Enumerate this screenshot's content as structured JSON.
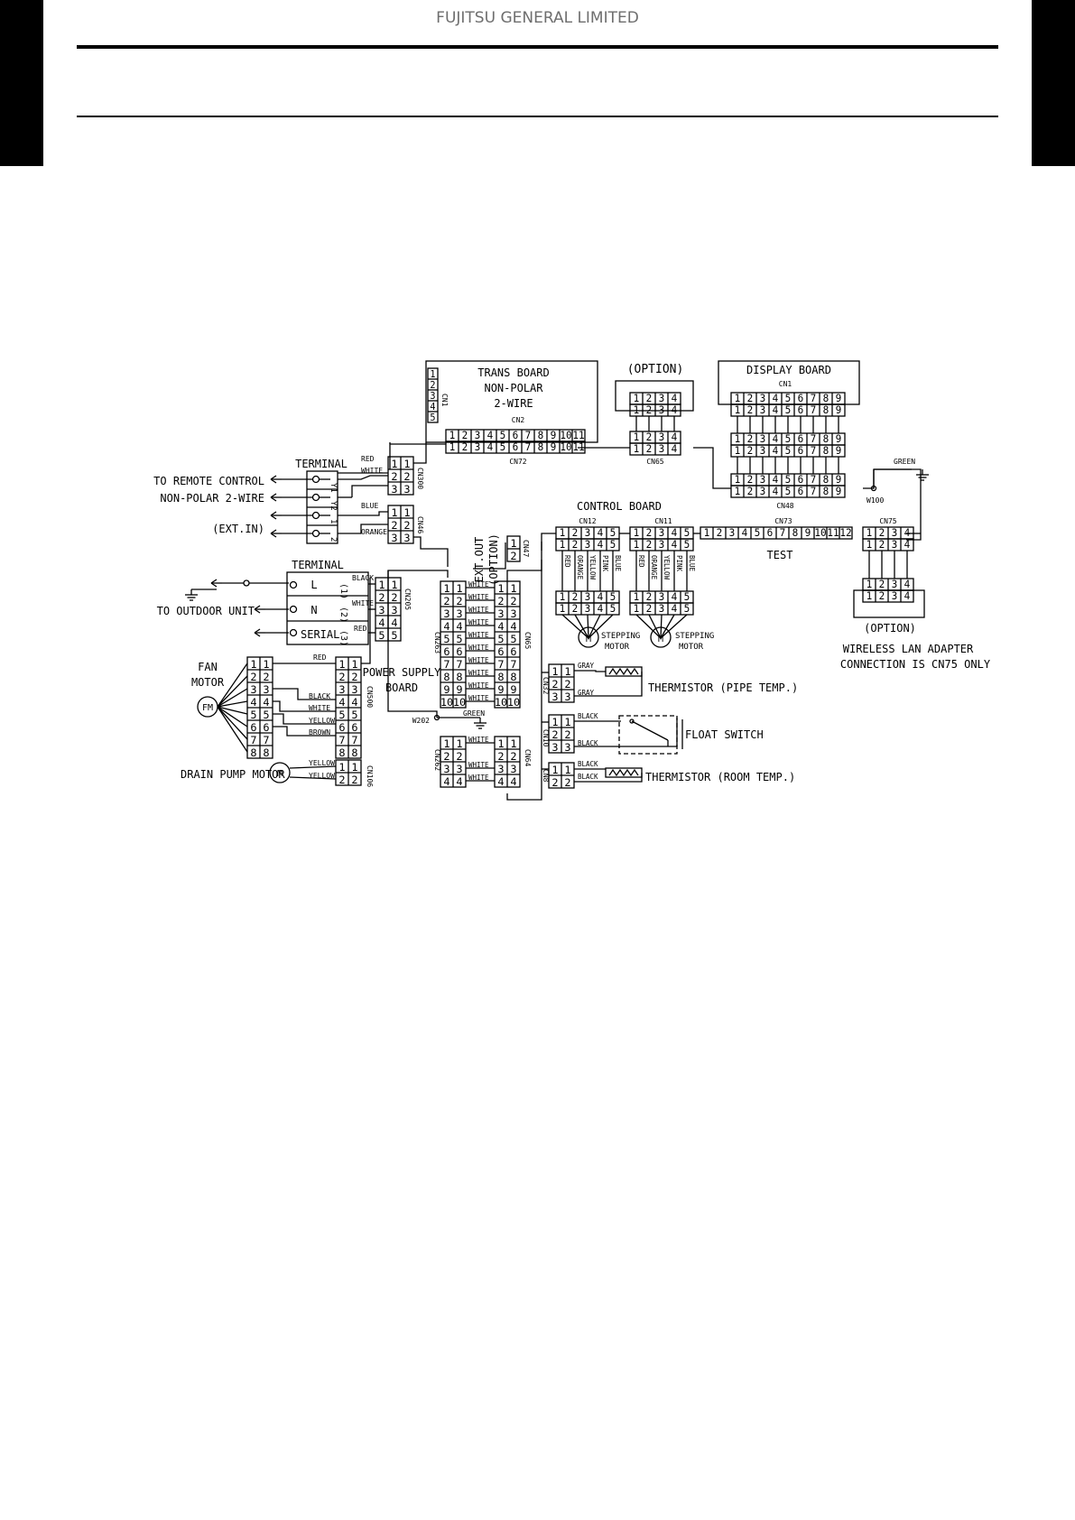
{
  "header": {
    "company": "FUJITSU GENERAL LIMITED"
  },
  "diagram": {
    "trans_board": {
      "title": "TRANS BOARD",
      "subtitle1": "NON-POLAR",
      "subtitle2": "2-WIRE",
      "cn2_label": "CN2",
      "cn1_label": "CN1",
      "cn72_label": "CN72"
    },
    "option_top": {
      "label": "(OPTION)",
      "cn65_label": "CN65"
    },
    "display_board": {
      "title": "DISPLAY BOARD",
      "cn1_label": "CN1",
      "cn48_label": "CN48"
    },
    "green_top": "GREEN",
    "w100": "W100",
    "terminal_top": {
      "title": "TERMINAL",
      "y1": "Y1",
      "y2": "Y2",
      "t1": "1",
      "t2": "2",
      "remote1": "TO REMOTE CONTROL",
      "remote2": "NON-POLAR 2-WIRE",
      "ext_in": "(EXT.IN)",
      "cn300": "CN300",
      "cn46": "CN46",
      "wire_red": "RED",
      "wire_white": "WHITE",
      "wire_blue": "BLUE",
      "wire_orange": "ORANGE"
    },
    "ext_out": {
      "line1": "EXT.OUT",
      "line2": "(OPTION)",
      "cn47": "CN47"
    },
    "control_board": {
      "title": "CONTROL BOARD",
      "cn12": "CN12",
      "cn11": "CN11",
      "cn73": "CN73",
      "cn75": "CN75",
      "test": "TEST",
      "stepping": "STEPPING",
      "motor": "MOTOR",
      "m": "M",
      "colors12": [
        "RED",
        "ORANGE",
        "YELLOW",
        "PINK",
        "BLUE"
      ],
      "colors11": [
        "RED",
        "ORANGE",
        "YELLOW",
        "PINK",
        "BLUE"
      ]
    },
    "option_right": {
      "label": "(OPTION)",
      "note1": "WIRELESS LAN ADAPTER",
      "note2": "CONNECTION IS CN75 ONLY"
    },
    "terminal_bottom": {
      "title": "TERMINAL",
      "l": "L",
      "n": "N",
      "serial": "SERIAL",
      "p1": "(1)",
      "p2": "(2)",
      "p3": "(3)",
      "outdoor": "TO OUTDOOR UNIT",
      "cn205": "CN205",
      "wire_black": "BLACK",
      "wire_white": "WHITE",
      "wire_red": "RED"
    },
    "psb": {
      "line1": "POWER SUPPLY",
      "line2": "BOARD",
      "cn263": "CN263",
      "cn262": "CN262",
      "cn65": "CN65",
      "cn64": "CN64",
      "cn500": "CN500",
      "cn106": "CN106",
      "w202": "W202",
      "green": "GREEN",
      "white": "WHITE"
    },
    "fan_motor": {
      "line1": "FAN",
      "line2": "MOTOR",
      "fm": "FM",
      "wire_red": "RED",
      "wire_black": "BLACK",
      "wire_white": "WHITE",
      "wire_yellow": "YELLOW",
      "wire_brown": "BROWN"
    },
    "drain_pump": {
      "label": "DRAIN PUMP MOTOR",
      "m": "M",
      "wire_yellow": "YELLOW"
    },
    "sensors": {
      "cn32": "CN32",
      "cn10": "CN10",
      "cn8": "CN8",
      "gray": "GRAY",
      "black": "BLACK",
      "pipe": "THERMISTOR (PIPE TEMP.)",
      "float": "FLOAT SWITCH",
      "room": "THERMISTOR (ROOM TEMP.)"
    }
  }
}
